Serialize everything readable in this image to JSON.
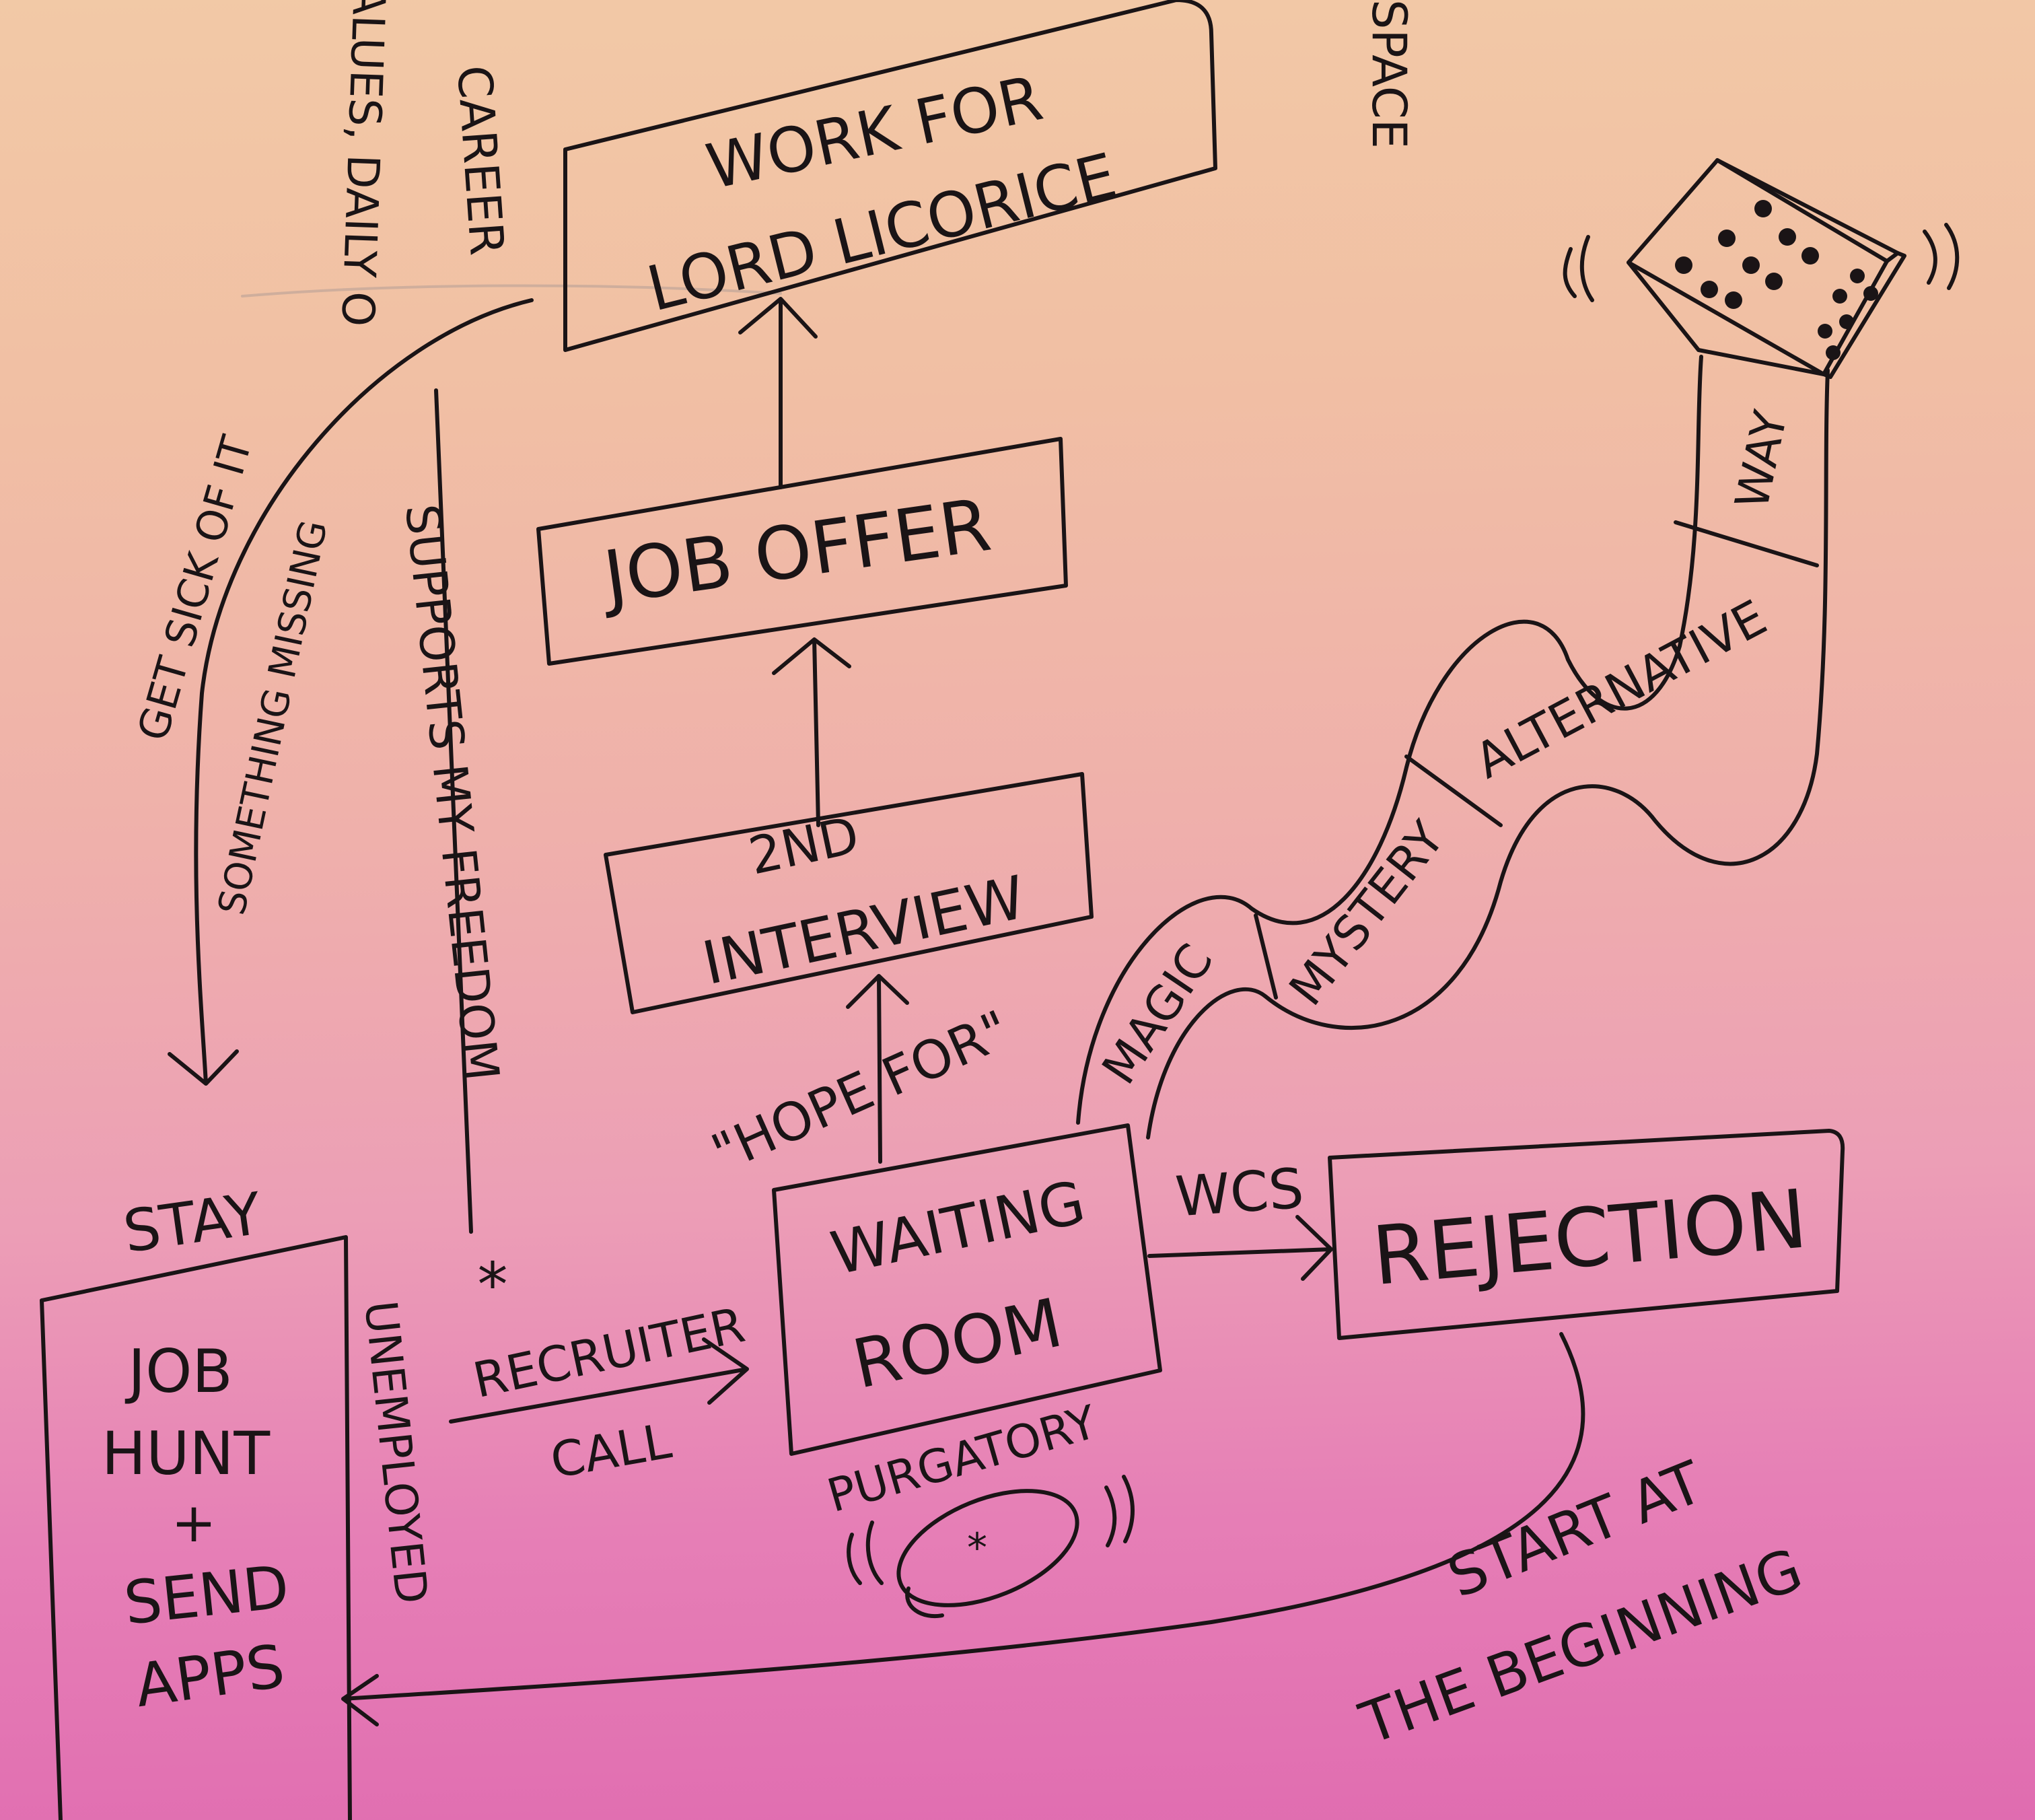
{
  "boxes": {
    "work_for": "WORK FOR",
    "lord_licorice": "LORD LICORICE",
    "job_offer": "JOB OFFER",
    "second_interview_1": "2ND",
    "second_interview_2": "INTERVIEW",
    "waiting": "WAITING",
    "room": "ROOM",
    "rejection": "REJECTION",
    "job_hunt": "JOB",
    "hunt": "HUNT",
    "plus": "+",
    "send": "SEND",
    "apps": "APPS"
  },
  "labels": {
    "hope_for": "\"HOPE FOR\"",
    "wcs": "WCS",
    "recruiter": "RECRUITER",
    "call": "CALL",
    "purgatory": "PURGATORY",
    "stay": "STAY",
    "unemployed": "UNEMPLOYED",
    "start_at": "START AT",
    "the_beginning": "THE BEGINNING",
    "get_sick": "GET SICK OF IT",
    "something_missing": "SOMETHING MISSING",
    "supports": "SUPPORTS MY FREEDOM",
    "career": "CAREER",
    "values_daily": "VALUES, DAILY O",
    "space": "SPACE",
    "asterisk": "*"
  },
  "path_segments": {
    "magic": "MAGIC",
    "mystery": "MYSTERY",
    "alternative": "ALTERNATIVE",
    "way": "WAY"
  }
}
